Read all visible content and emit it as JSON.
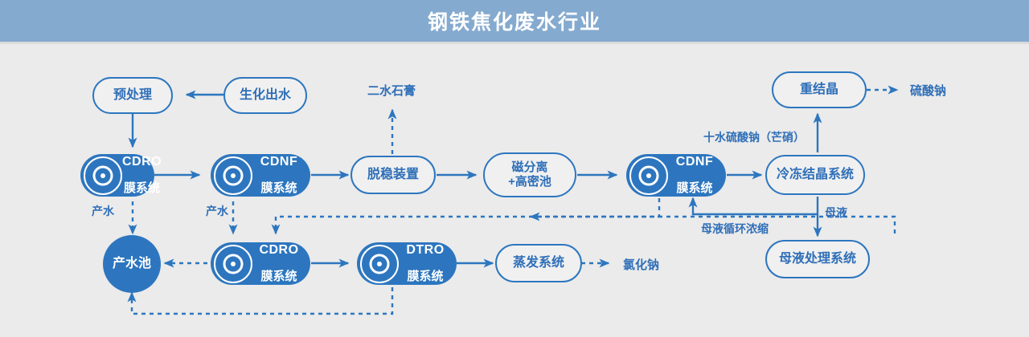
{
  "header": {
    "title": "钢铁焦化废水行业",
    "bar_color": "#85aacf",
    "text_color": "#ffffff"
  },
  "theme": {
    "accent": "#2d76bf",
    "outline_text": "#2f6fb8",
    "background": "#ebebeb"
  },
  "nodes": {
    "pretreatment": {
      "label": "预处理",
      "style": "outline"
    },
    "bio_effluent": {
      "label": "生化出水",
      "style": "outline"
    },
    "cdro_top": {
      "code": "CDRO",
      "sub": "膜系统",
      "style": "filled-membrane"
    },
    "cdnf_mid": {
      "code": "CDNF",
      "sub": "膜系统",
      "style": "filled-membrane"
    },
    "destabilizer": {
      "label": "脱稳装置",
      "style": "outline"
    },
    "magnetic_sep": {
      "label": "磁分离\n+高密池",
      "style": "outline"
    },
    "cdnf_right": {
      "code": "CDNF",
      "sub": "膜系统",
      "style": "filled-membrane"
    },
    "freeze_cryst": {
      "label": "冷冻结晶系统",
      "style": "outline"
    },
    "recrystallization": {
      "label": "重结晶",
      "style": "outline"
    },
    "mother_liquor_sys": {
      "label": "母液处理系统",
      "style": "outline"
    },
    "product_pool": {
      "label": "产水池",
      "style": "filled-circle"
    },
    "cdro_bottom": {
      "code": "CDRO",
      "sub": "膜系统",
      "style": "filled-membrane"
    },
    "dtro_bottom": {
      "code": "DTRO",
      "sub": "膜系统",
      "style": "filled-membrane"
    },
    "evaporation": {
      "label": "蒸发系统",
      "style": "outline"
    }
  },
  "outputs": {
    "gypsum": "二水石膏",
    "sodium_sulfate": "硫酸钠",
    "sodium_chloride": "氯化钠"
  },
  "edge_labels": {
    "product_water_1": "产水",
    "product_water_2": "产水",
    "mirabilite": "十水硫酸钠（芒硝）",
    "mother_liquor": "母液",
    "mother_recycle": "母液循环浓缩"
  }
}
